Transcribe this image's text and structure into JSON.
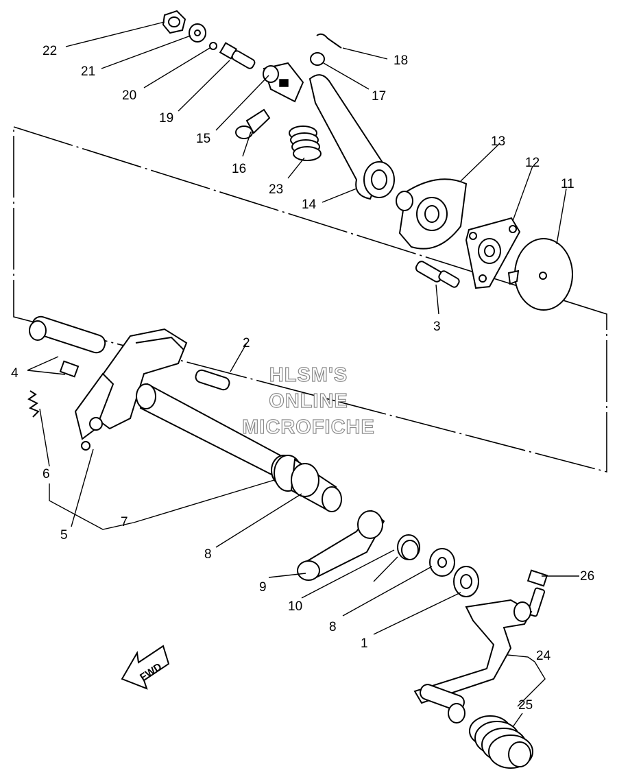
{
  "diagram": {
    "part_numbers": [
      "22",
      "21",
      "20",
      "19",
      "18",
      "17",
      "15",
      "16",
      "23",
      "14",
      "13",
      "12",
      "11",
      "3",
      "2",
      "4",
      "6",
      "5",
      "7",
      "8",
      "9",
      "10",
      "8",
      "1",
      "26",
      "24",
      "25"
    ],
    "watermark": [
      "HLSM'S",
      "ONLINE",
      "MICROFICHE"
    ],
    "direction_label": "FWD"
  }
}
